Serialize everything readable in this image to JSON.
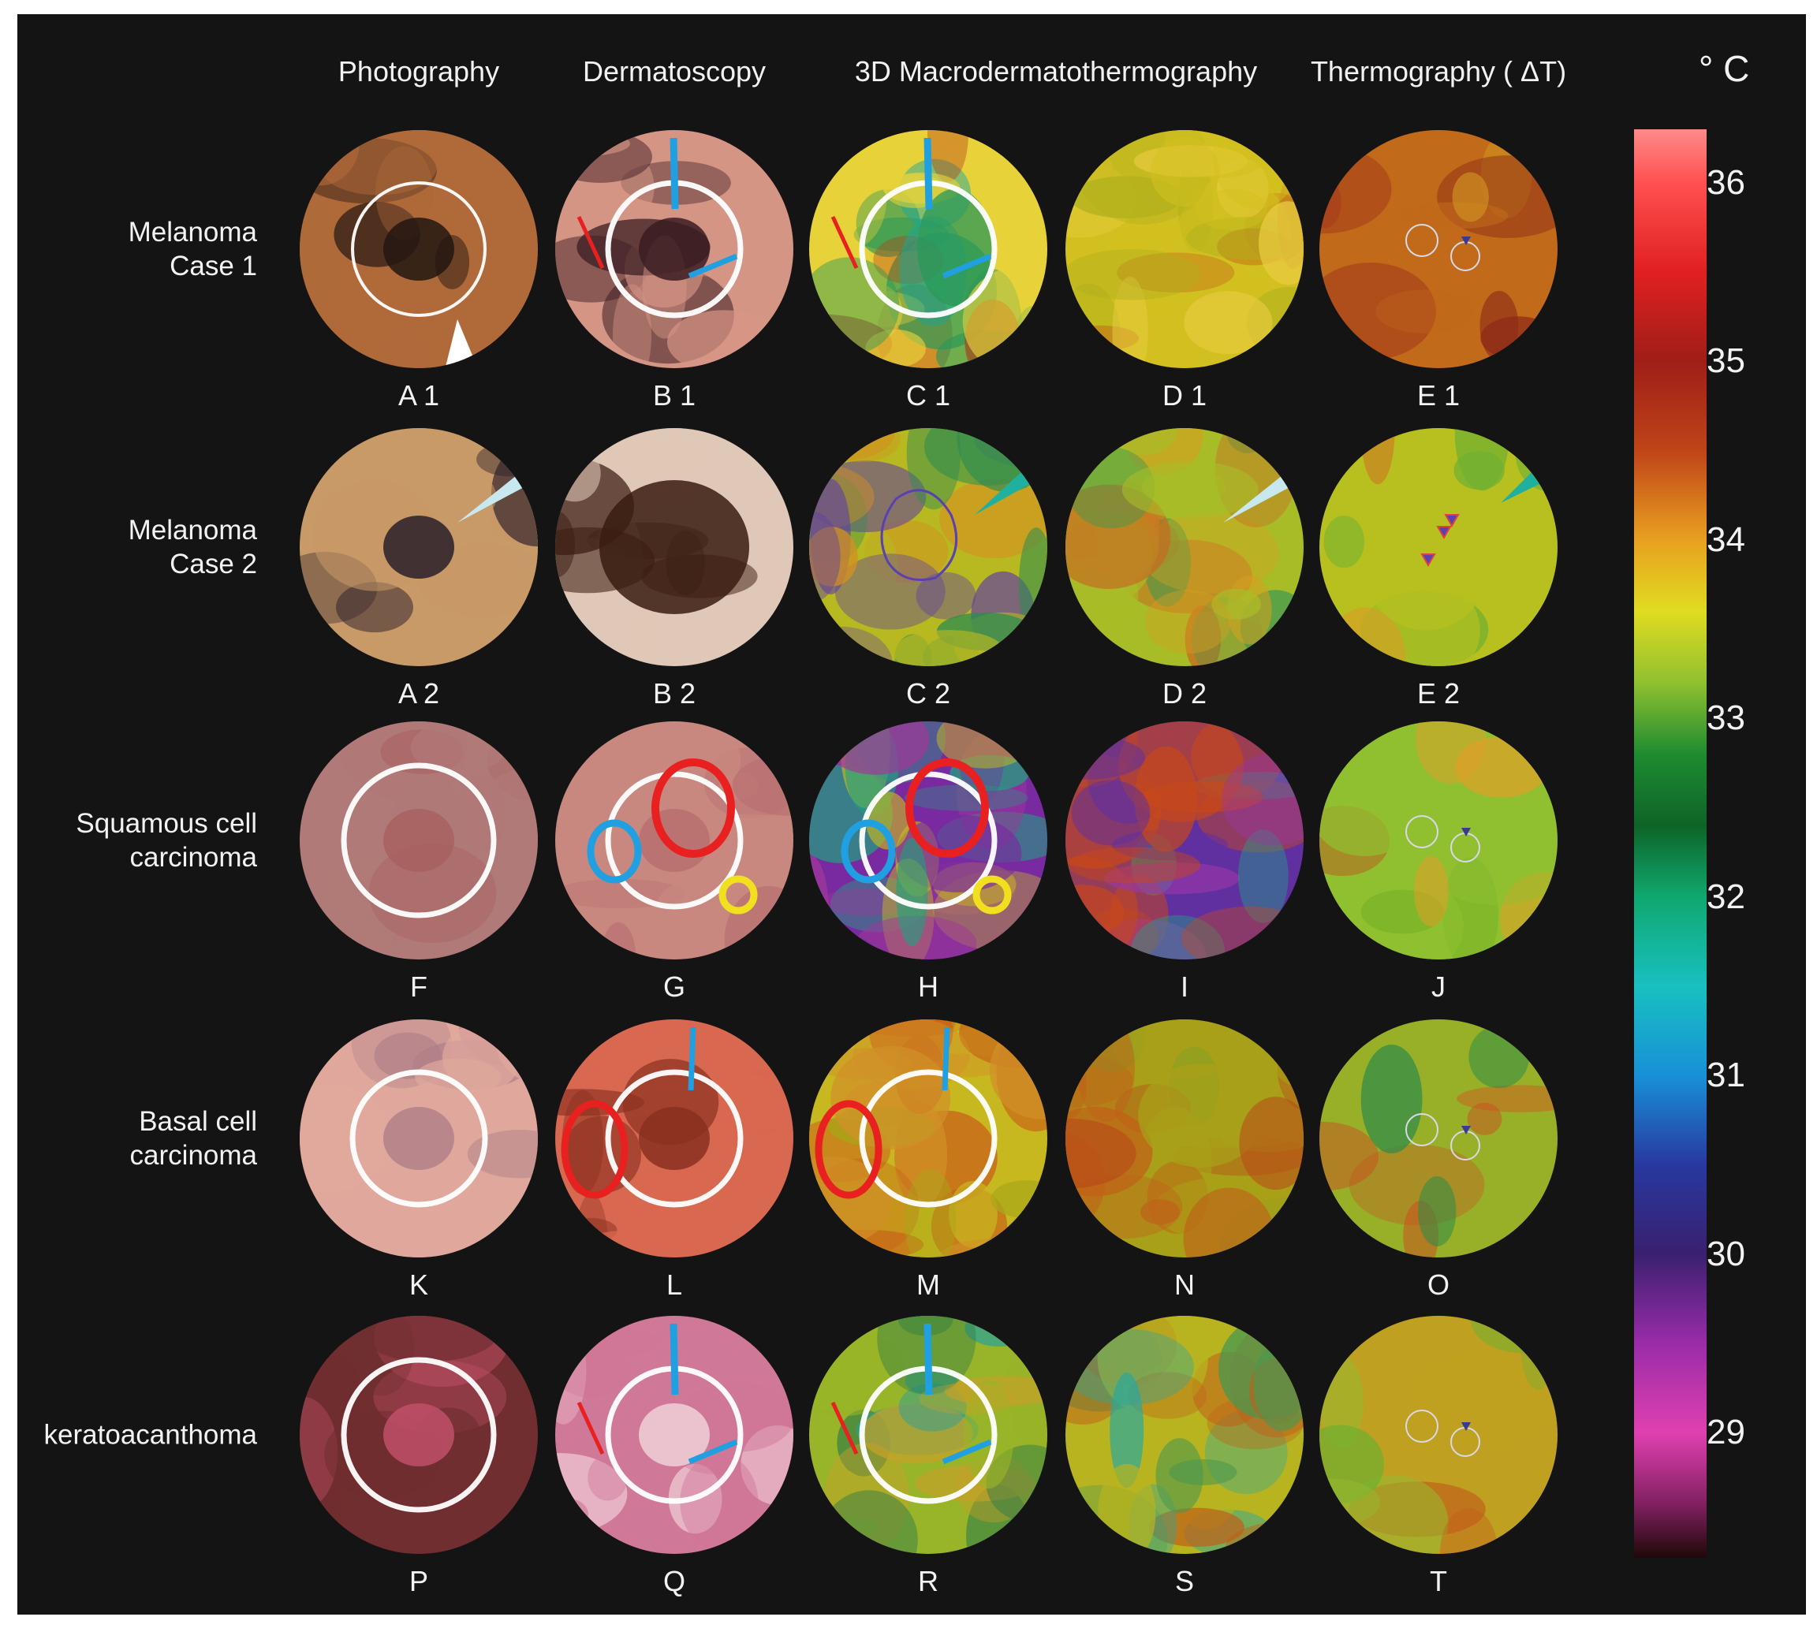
{
  "column_headers": [
    "Photography",
    "Dermatoscopy",
    "3D Macrodermatothermography",
    "Thermography ( ΔT)"
  ],
  "rows": [
    {
      "label": [
        "Melanoma",
        "Case 1"
      ],
      "panels": [
        {
          "id": "A 1",
          "kind": "photo",
          "base": "#b06a3a",
          "lesion": "#231612",
          "overlay": "circle-white-arrow"
        },
        {
          "id": "B 1",
          "kind": "dermo",
          "base": "#d59585",
          "lesion": "#3a1c22",
          "overlay": "circle-white-blue-red-arrows"
        },
        {
          "id": "C 1",
          "kind": "thermo3d",
          "palette": [
            "#e8d23a",
            "#18a8a0",
            "#b84018",
            "#2a9858"
          ],
          "overlay": "circle-white-blue-red-arrows"
        },
        {
          "id": "D 1",
          "kind": "thermo3d",
          "palette": [
            "#d2c020",
            "#e8cc40",
            "#c47018",
            "#b0b01c"
          ],
          "overlay": "none"
        },
        {
          "id": "E 1",
          "kind": "thermo",
          "palette": [
            "#c06a1a",
            "#a0301c",
            "#d09020",
            "#8c2a18"
          ],
          "overlay": "small-markers"
        }
      ]
    },
    {
      "label": [
        "Melanoma",
        "Case  2"
      ],
      "panels": [
        {
          "id": "A 2",
          "kind": "photo",
          "base": "#c89a68",
          "lesion": "#2a1e2a",
          "overlay": "needle"
        },
        {
          "id": "B 2",
          "kind": "dermo",
          "base": "#e0c8b8",
          "lesion": "#3a1c10",
          "overlay": "none"
        },
        {
          "id": "C 2",
          "kind": "thermo3d",
          "palette": [
            "#b8b820",
            "#d49020",
            "#2e8c50",
            "#6040a0"
          ],
          "overlay": "outline-needle"
        },
        {
          "id": "D 2",
          "kind": "thermo3d",
          "palette": [
            "#a8bc28",
            "#d4a020",
            "#3a9850",
            "#c86820"
          ],
          "overlay": "needle"
        },
        {
          "id": "E 2",
          "kind": "thermo",
          "palette": [
            "#b8c020",
            "#dc9c28",
            "#70b030",
            "#c88020"
          ],
          "overlay": "triangles"
        }
      ]
    },
    {
      "label": [
        "Squamous cell",
        "carcinoma"
      ],
      "panels": [
        {
          "id": "F",
          "kind": "photo",
          "base": "#b07a78",
          "lesion": "#a86060",
          "overlay": "circle-white"
        },
        {
          "id": "G",
          "kind": "dermo",
          "base": "#c88880",
          "lesion": "#b87070",
          "overlay": "circle-white-colored-rings"
        },
        {
          "id": "H",
          "kind": "thermo3d",
          "palette": [
            "#7a2aa0",
            "#20a080",
            "#c8b820",
            "#a03898"
          ],
          "overlay": "circle-white-colored-rings"
        },
        {
          "id": "I",
          "kind": "thermo3d",
          "palette": [
            "#6030a0",
            "#20a088",
            "#c84818",
            "#9838a8"
          ],
          "overlay": "none"
        },
        {
          "id": "J",
          "kind": "thermo",
          "palette": [
            "#90c030",
            "#dca028",
            "#c04818",
            "#78b028"
          ],
          "overlay": "small-markers"
        }
      ]
    },
    {
      "label": [
        "Basal cell",
        "carcinoma"
      ],
      "panels": [
        {
          "id": "K",
          "kind": "photo",
          "base": "#e0a89c",
          "lesion": "#b08088",
          "overlay": "circle-white"
        },
        {
          "id": "L",
          "kind": "dermo",
          "base": "#d86850",
          "lesion": "#8a3020",
          "overlay": "circle-white-red-ellipse"
        },
        {
          "id": "M",
          "kind": "thermo3d",
          "palette": [
            "#c8b820",
            "#c86018",
            "#a8a818",
            "#d09028"
          ],
          "overlay": "circle-white-red-ellipse"
        },
        {
          "id": "N",
          "kind": "thermo3d",
          "palette": [
            "#a8a018",
            "#c06018",
            "#80a028",
            "#b84818"
          ],
          "overlay": "none"
        },
        {
          "id": "O",
          "kind": "thermo",
          "palette": [
            "#98b028",
            "#c86820",
            "#2e8c48",
            "#c85020"
          ],
          "overlay": "small-markers"
        }
      ]
    },
    {
      "label": [
        "keratoacanthoma"
      ],
      "panels": [
        {
          "id": "P",
          "kind": "photo",
          "base": "#702e30",
          "lesion": "#c05068",
          "overlay": "circle-white"
        },
        {
          "id": "Q",
          "kind": "dermo",
          "base": "#d07898",
          "lesion": "#f0d0d8",
          "overlay": "circle-white-blue-red-arrows"
        },
        {
          "id": "R",
          "kind": "thermo3d",
          "palette": [
            "#98b428",
            "#20a0a0",
            "#2e7c48",
            "#c8a028"
          ],
          "overlay": "circle-white-blue-red-arrows"
        },
        {
          "id": "S",
          "kind": "thermo3d",
          "palette": [
            "#b8b420",
            "#28a8a0",
            "#c06018",
            "#4a9850"
          ],
          "overlay": "none"
        },
        {
          "id": "T",
          "kind": "thermo",
          "palette": [
            "#c0a020",
            "#70b030",
            "#c05c18",
            "#98b830"
          ],
          "overlay": "small-markers"
        }
      ]
    }
  ],
  "colorbar": {
    "unit": "° C",
    "ticks": [
      36,
      35,
      34,
      33,
      32,
      31,
      30,
      29
    ],
    "min": 28.3,
    "max": 36.3,
    "stops": [
      {
        "v": 36.3,
        "c": "#ff8a8a"
      },
      {
        "v": 36.0,
        "c": "#ff5050"
      },
      {
        "v": 35.5,
        "c": "#e02020"
      },
      {
        "v": 35.0,
        "c": "#a01e18"
      },
      {
        "v": 34.5,
        "c": "#c04418"
      },
      {
        "v": 34.0,
        "c": "#e8a020"
      },
      {
        "v": 33.6,
        "c": "#e0dc20"
      },
      {
        "v": 33.2,
        "c": "#90c030"
      },
      {
        "v": 32.8,
        "c": "#1e8c30"
      },
      {
        "v": 32.4,
        "c": "#0e6428"
      },
      {
        "v": 32.0,
        "c": "#10a870"
      },
      {
        "v": 31.5,
        "c": "#18c0c0"
      },
      {
        "v": 31.0,
        "c": "#1890d8"
      },
      {
        "v": 30.5,
        "c": "#2838a0"
      },
      {
        "v": 30.0,
        "c": "#3a2070"
      },
      {
        "v": 29.5,
        "c": "#9a2ca8"
      },
      {
        "v": 29.0,
        "c": "#e040b0"
      },
      {
        "v": 28.6,
        "c": "#802060"
      },
      {
        "v": 28.3,
        "c": "#200808"
      }
    ]
  }
}
